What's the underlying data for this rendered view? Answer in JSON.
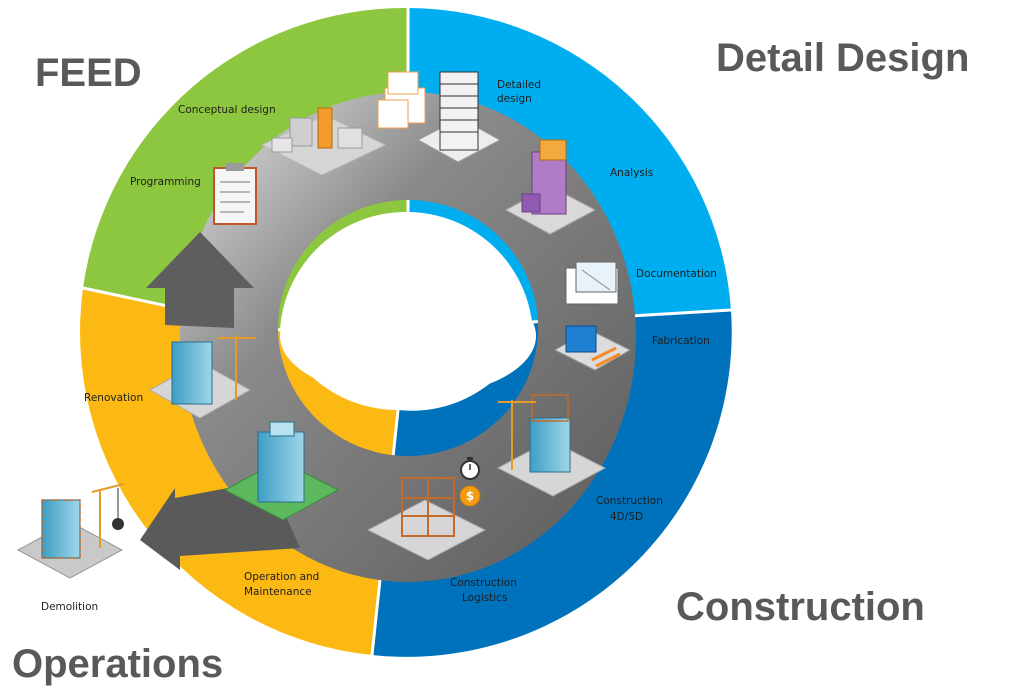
{
  "phases": {
    "feed": "FEED",
    "detail_design": "Detail Design",
    "construction": "Construction",
    "operations": "Operations"
  },
  "stages": {
    "conceptual_design": "Conceptual design",
    "programming": "Programming",
    "detailed_design_line1": "Detailed",
    "detailed_design_line2": "design",
    "analysis": "Analysis",
    "documentation": "Documentation",
    "fabrication": "Fabrication",
    "construction_4d5d_line1": "Construction",
    "construction_4d5d_line2": "4D/5D",
    "construction_logistics_line1": "Construction",
    "construction_logistics_line2": "Logistics",
    "operation_maintenance_line1": "Operation and",
    "operation_maintenance_line2": "Maintenance",
    "renovation": "Renovation",
    "demolition": "Demolition"
  },
  "colors": {
    "feed": "#8DC63F",
    "detail_design": "#00AEEF",
    "construction": "#0072BC",
    "operations": "#FDB913",
    "track": "#6b6b6b",
    "title_text": "#595959"
  },
  "icons": {
    "clipboard": "clipboard-icon",
    "stopwatch": "stopwatch-icon",
    "coin": "dollar-coin-icon"
  }
}
